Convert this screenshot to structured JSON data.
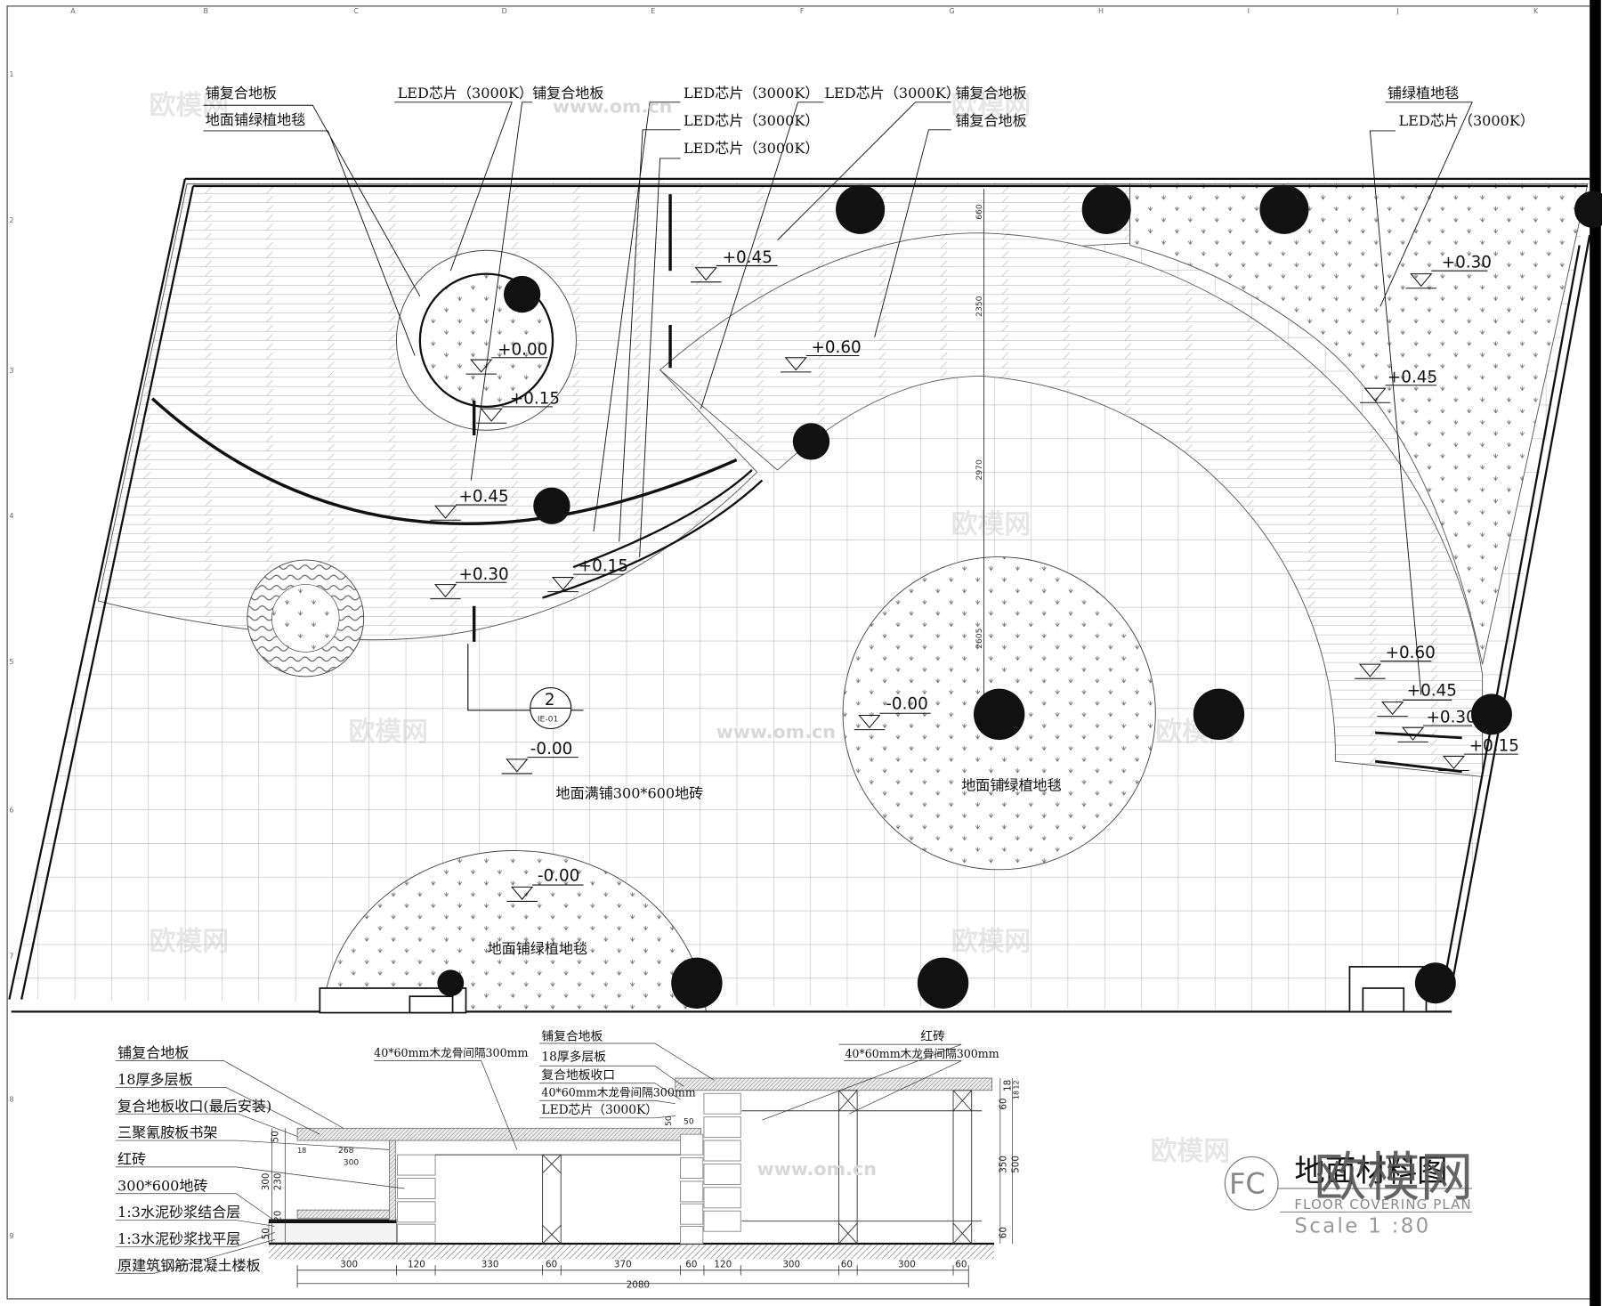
{
  "drawing": {
    "title_cn": "地面材料图",
    "title_en": "FLOOR COVERING PLAN",
    "scale": "Scale 1 :80",
    "symbol": "FC",
    "watermark": "欧模网",
    "watermark_url": "www.om.cn"
  },
  "grid": {
    "columns": [
      "A",
      "B",
      "C",
      "D",
      "E",
      "F",
      "G",
      "H",
      "I",
      "J",
      "K"
    ],
    "rows": [
      "1",
      "2",
      "3",
      "4",
      "5",
      "6",
      "7",
      "8",
      "9"
    ]
  },
  "plan_labels": {
    "l1": "铺复合地板",
    "l2": "地面铺绿植地毯",
    "l3": "LED芯片（3000K）",
    "l4": "铺复合地板",
    "l5": "LED芯片（3000K）",
    "l6": "LED芯片（3000K）",
    "l7": "LED芯片（3000K）",
    "l8": "LED芯片（3000K）",
    "l9": "铺复合地板",
    "l10": "铺复合地板",
    "l11": "铺绿植地毯",
    "l12": "LED芯片（3000K）",
    "tile": "地面满铺300*600地砖",
    "carpet_center": "地面铺绿植地毯",
    "carpet_bottom": "地面铺绿植地毯"
  },
  "elevations": [
    "+0.45",
    "+0.30",
    "+0.00",
    "+0.15",
    "+0.45",
    "+0.30",
    "+0.60",
    "+0.45",
    "-0.00",
    "-0.00",
    "-0.00",
    "+0.60",
    "+0.45",
    "+0.30",
    "+0.15",
    "+0.15"
  ],
  "dimensions_plan": [
    "660",
    "2350",
    "2970",
    "2605"
  ],
  "section_ref": {
    "number": "2",
    "sheet": "IE-01"
  },
  "section": {
    "left_labels": [
      "铺复合地板",
      "18厚多层板",
      "复合地板收口(最后安装)",
      "三聚氰胺板书架",
      "红砖",
      "300*600地砖",
      "1:3水泥砂浆结合层",
      "1:3水泥砂浆找平层",
      "原建筑钢筋混凝土楼板"
    ],
    "mid_label": "40*60mm木龙骨间隔300mm",
    "right_labels": [
      "铺复合地板",
      "18厚多层板",
      "复合地板收口",
      "40*60mm木龙骨间隔300mm",
      "LED芯片（3000K）"
    ],
    "brick_label": "红砖",
    "joist_label": "40*60mm木龙骨间隔300mm",
    "bottom_dims": [
      "300",
      "120",
      "330",
      "60",
      "370",
      "60",
      "120",
      "300",
      "60",
      "300",
      "60"
    ],
    "total_dim": "2080",
    "side_dims": [
      "50",
      "300",
      "230",
      "20",
      "50",
      "18",
      "60",
      "350",
      "500",
      "60",
      "12",
      "18",
      "268",
      "300",
      "18",
      "50",
      "50"
    ]
  }
}
